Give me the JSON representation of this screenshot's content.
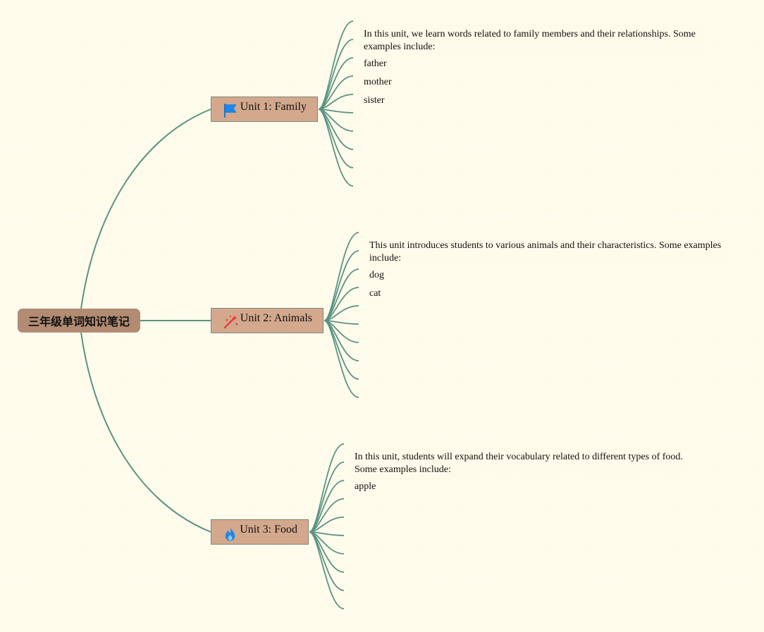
{
  "root": {
    "label": "三年级单词知识笔记"
  },
  "units": [
    {
      "title": "Unit 1: Family",
      "icon": "flag-icon",
      "icon_color": "#1e88e5",
      "description": "In this unit, we learn words related to family members and their relationships. Some examples include:",
      "words": [
        "father",
        "mother",
        "sister"
      ]
    },
    {
      "title": "Unit 2: Animals",
      "icon": "magic-wand-icon",
      "icon_color": "#e53935",
      "description": "This unit introduces students to various animals and their characteristics. Some examples include:",
      "words": [
        "dog",
        "cat"
      ]
    },
    {
      "title": "Unit 3: Food",
      "icon": "fire-icon",
      "icon_color": "#1e88e5",
      "description": "In this unit, students will expand their vocabulary related to different types of food. Some examples include:",
      "words": [
        "apple"
      ]
    }
  ],
  "colors": {
    "link": "#5b9383",
    "root_fill": "#b28b73",
    "unit_fill": "#d3a88c",
    "background": "#fefbea"
  }
}
